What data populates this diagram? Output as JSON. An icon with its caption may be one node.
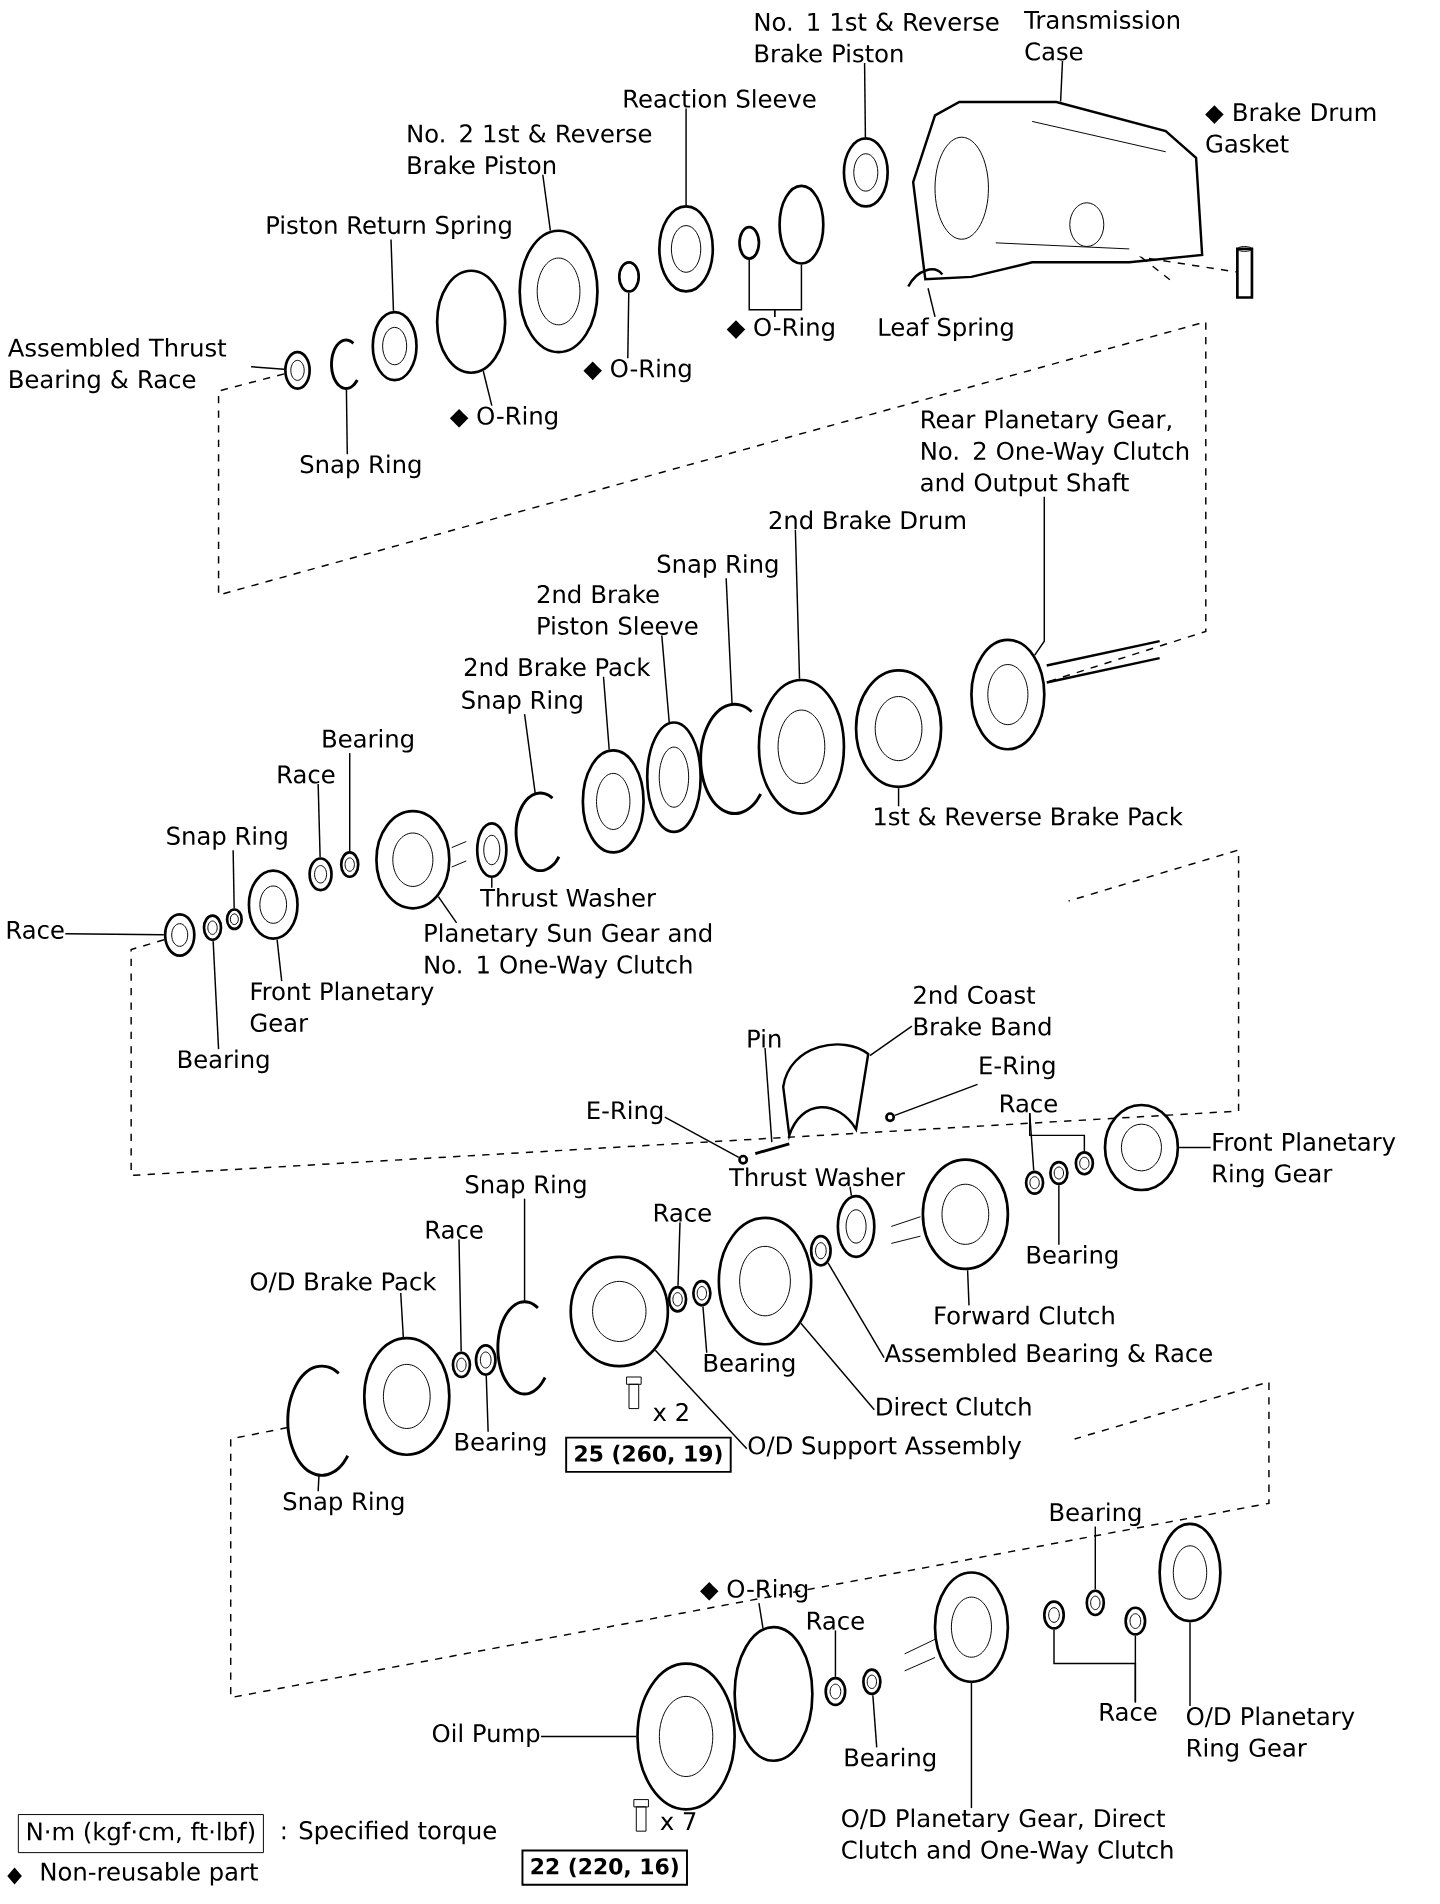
{
  "diagram": {
    "nodes": [
      {
        "text": [
          "No. 1 1st & Reverse Brake Piston"
        ]
      },
      {
        "text": [
          "Transmission Case"
        ]
      },
      {
        "text": [
          "◆ Brake Drum Gasket"
        ]
      },
      {
        "text": [
          "Reaction Sleeve"
        ]
      },
      {
        "text": [
          "No. 2 1st & Reverse Brake Piston"
        ]
      },
      {
        "text": [
          "Piston Return Spring"
        ]
      },
      {
        "text": [
          "Assembled Thrust Bearing & Race"
        ]
      },
      {
        "text": [
          "Snap Ring"
        ]
      },
      {
        "text": [
          "◆ O-Ring"
        ]
      },
      {
        "text": [
          "◆ O-Ring"
        ]
      },
      {
        "text": [
          "◆ O-Ring"
        ]
      },
      {
        "text": [
          "Leaf Spring"
        ]
      },
      {
        "text": [
          "Rear Planetary Gear, No. 2 One-Way Clutch and Output Shaft"
        ]
      },
      {
        "text": [
          "2nd Brake Drum"
        ]
      },
      {
        "text": [
          "Snap Ring"
        ]
      },
      {
        "text": [
          "2nd Brake Piston Sleeve"
        ]
      },
      {
        "text": [
          "2nd Brake Pack"
        ]
      },
      {
        "text": [
          "Snap Ring"
        ]
      },
      {
        "text": [
          "1st & Reverse Brake Pack"
        ]
      },
      {
        "text": [
          "Bearing"
        ]
      },
      {
        "text": [
          "Race"
        ]
      },
      {
        "text": [
          "Snap Ring"
        ]
      },
      {
        "text": [
          "Race"
        ]
      },
      {
        "text": [
          "Thrust Washer"
        ]
      },
      {
        "text": [
          "Planetary Sun Gear and No. 1 One-Way Clutch"
        ]
      },
      {
        "text": [
          "Front Planetary Gear"
        ]
      },
      {
        "text": [
          "Bearing"
        ]
      },
      {
        "text": [
          "2nd Coast Brake Band"
        ]
      },
      {
        "text": [
          "Pin"
        ]
      },
      {
        "text": [
          "E-Ring"
        ]
      },
      {
        "text": [
          "E-Ring"
        ]
      },
      {
        "text": [
          "Race"
        ]
      },
      {
        "text": [
          "Front Planetary Ring Gear"
        ]
      },
      {
        "text": [
          "Thrust Washer"
        ]
      },
      {
        "text": [
          "Race"
        ]
      },
      {
        "text": [
          "Snap Ring"
        ]
      },
      {
        "text": [
          "Race"
        ]
      },
      {
        "text": [
          "O/D Brake Pack"
        ]
      },
      {
        "text": [
          "Bearing"
        ]
      },
      {
        "text": [
          "Forward Clutch"
        ]
      },
      {
        "text": [
          "Assembled Bearing & Race"
        ]
      },
      {
        "text": [
          "Bearing"
        ]
      },
      {
        "text": [
          "Direct Clutch"
        ]
      },
      {
        "text": [
          "Bearing"
        ]
      },
      {
        "text": [
          "O/D Support Assembly"
        ]
      },
      {
        "text": [
          "25 (260, 19)"
        ]
      },
      {
        "text": [
          "Snap Ring"
        ]
      },
      {
        "text": [
          "Bearing"
        ]
      },
      {
        "text": [
          "◆ O-Ring"
        ]
      },
      {
        "text": [
          "Race"
        ]
      },
      {
        "text": [
          "Race"
        ]
      },
      {
        "text": [
          "O/D Planetary Ring Gear"
        ]
      },
      {
        "text": [
          "Oil Pump"
        ]
      },
      {
        "text": [
          "Bearing"
        ]
      },
      {
        "text": [
          "O/D Planetary Gear, Direct Clutch and One-Way Clutch"
        ]
      },
      {
        "text": [
          "22 (220, 16)"
        ]
      },
      {
        "text": [
          "N·m (kgf·cm, ft·lbf)"
        ]
      },
      {
        "text": [],
        "shape": "circle"
      },
      {
        "text": [],
        "shape": "picture"
      },
      {
        "text": [],
        "shape": "circle"
      },
      {
        "text": [],
        "shape": "circle"
      },
      {
        "text": [],
        "shape": "circle"
      },
      {
        "text": [],
        "shape": "circle"
      },
      {
        "text": [],
        "shape": "circle"
      },
      {
        "text": [],
        "shape": "circle"
      },
      {
        "text": [],
        "shape": "circle"
      },
      {
        "text": [],
        "shape": "circle"
      },
      {
        "text": [],
        "shape": "circle"
      },
      {
        "text": [],
        "shape": "picture"
      },
      {
        "text": [],
        "shape": "circle"
      },
      {
        "text": [],
        "shape": "circle"
      },
      {
        "text": [],
        "shape": "circle"
      },
      {
        "text": [],
        "shape": "circle"
      },
      {
        "text": [],
        "shape": "circle"
      },
      {
        "text": [],
        "shape": "circle"
      },
      {
        "text": [],
        "shape": "circle"
      },
      {
        "text": [],
        "shape": "circle"
      },
      {
        "text": [],
        "shape": "circle"
      },
      {
        "text": [],
        "shape": "circle"
      },
      {
        "text": [],
        "shape": "circle"
      },
      {
        "text": [],
        "shape": "circle"
      },
      {
        "text": [],
        "shape": "circle"
      },
      {
        "text": [],
        "shape": "circle"
      },
      {
        "text": [],
        "shape": "circle"
      },
      {
        "text": [],
        "shape": "picture"
      },
      {
        "text": [],
        "shape": "picture"
      },
      {
        "text": [],
        "shape": "circle"
      },
      {
        "text": [],
        "shape": "circle"
      },
      {
        "text": [],
        "shape": "circle"
      },
      {
        "text": [],
        "shape": "circle"
      },
      {
        "text": [],
        "shape": "circle"
      },
      {
        "text": [],
        "shape": "circle"
      },
      {
        "text": [],
        "shape": "circle"
      },
      {
        "text": [],
        "shape": "circle"
      },
      {
        "text": [],
        "shape": "circle"
      },
      {
        "text": [],
        "shape": "circle"
      },
      {
        "text": [],
        "shape": "circle"
      },
      {
        "text": [],
        "shape": "circle"
      },
      {
        "text": [],
        "shape": "circle"
      },
      {
        "text": [],
        "shape": "circle"
      },
      {
        "text": [],
        "shape": "circle"
      },
      {
        "text": [],
        "shape": "circle"
      },
      {
        "text": [],
        "shape": "circle"
      },
      {
        "text": [],
        "shape": "circle"
      },
      {
        "text": [],
        "shape": "circle"
      },
      {
        "text": [],
        "shape": "circle"
      },
      {
        "text": [],
        "shape": "circle"
      },
      {
        "text": [],
        "shape": "circle"
      },
      {
        "text": [],
        "shape": "circle"
      },
      {
        "text": [],
        "shape": "circle"
      },
      {
        "text": [],
        "shape": "circle"
      },
      {
        "text": [],
        "shape": "circle"
      },
      {
        "text": [],
        "shape": "circle"
      },
      {
        "text": [],
        "shape": "cylinder"
      }
    ],
    "edges": [
      {
        "from": 0,
        "to": 57,
        "arrow": "none"
      },
      {
        "from": 1,
        "to": 58,
        "arrow": "none"
      },
      {
        "from": 3,
        "to": 59,
        "arrow": "none"
      },
      {
        "from": 4,
        "to": 60,
        "arrow": "none"
      },
      {
        "from": 5,
        "to": 61,
        "arrow": "none"
      },
      {
        "from": 6,
        "to": 62,
        "arrow": "none"
      },
      {
        "from": 7,
        "to": 63,
        "arrow": "none"
      },
      {
        "from": 8,
        "to": 64,
        "arrow": "none"
      },
      {
        "from": 9,
        "to": 65,
        "arrow": "none"
      },
      {
        "from": 10,
        "to": 66,
        "arrow": "none"
      },
      {
        "from": 10,
        "to": 67,
        "arrow": "none"
      },
      {
        "from": 11,
        "to": 68,
        "arrow": "none"
      },
      {
        "from": 12,
        "to": 69,
        "arrow": "none"
      },
      {
        "from": 13,
        "to": 70,
        "arrow": "none"
      },
      {
        "from": 14,
        "to": 71,
        "arrow": "none"
      },
      {
        "from": 15,
        "to": 72,
        "arrow": "none"
      },
      {
        "from": 16,
        "to": 73,
        "arrow": "none"
      },
      {
        "from": 17,
        "to": 74,
        "arrow": "none"
      },
      {
        "from": 18,
        "to": 75,
        "arrow": "none"
      },
      {
        "from": 19,
        "to": 76,
        "arrow": "none"
      },
      {
        "from": 20,
        "to": 77,
        "arrow": "none"
      },
      {
        "from": 21,
        "to": 78,
        "arrow": "none"
      },
      {
        "from": 22,
        "to": 79,
        "arrow": "none"
      },
      {
        "from": 23,
        "to": 80,
        "arrow": "none"
      },
      {
        "from": 24,
        "to": 81,
        "arrow": "none"
      },
      {
        "from": 25,
        "to": 82,
        "arrow": "none"
      },
      {
        "from": 26,
        "to": 83,
        "arrow": "none"
      },
      {
        "from": 27,
        "to": 84,
        "arrow": "none"
      },
      {
        "from": 28,
        "to": 85,
        "arrow": "none"
      },
      {
        "from": 29,
        "to": 86,
        "arrow": "none"
      },
      {
        "from": 30,
        "to": 87,
        "arrow": "none"
      },
      {
        "from": 31,
        "to": 88,
        "arrow": "none"
      },
      {
        "from": 31,
        "to": 89,
        "arrow": "none"
      },
      {
        "from": 32,
        "to": 90,
        "arrow": "none"
      },
      {
        "from": 33,
        "to": 91,
        "arrow": "none"
      },
      {
        "from": 34,
        "to": 92,
        "arrow": "none"
      },
      {
        "from": 35,
        "to": 93,
        "arrow": "none"
      },
      {
        "from": 36,
        "to": 94,
        "arrow": "none"
      },
      {
        "from": 37,
        "to": 95,
        "arrow": "none"
      },
      {
        "from": 38,
        "to": 96,
        "arrow": "none"
      },
      {
        "from": 39,
        "to": 97,
        "arrow": "none"
      },
      {
        "from": 40,
        "to": 98,
        "arrow": "none"
      },
      {
        "from": 41,
        "to": 99,
        "arrow": "none"
      },
      {
        "from": 42,
        "to": 100,
        "arrow": "none"
      },
      {
        "from": 43,
        "to": 101,
        "arrow": "none"
      },
      {
        "from": 44,
        "to": 102,
        "arrow": "none"
      },
      {
        "from": 46,
        "to": 103,
        "arrow": "none"
      },
      {
        "from": 47,
        "to": 104,
        "arrow": "none"
      },
      {
        "from": 48,
        "to": 105,
        "arrow": "none"
      },
      {
        "from": 49,
        "to": 106,
        "arrow": "none"
      },
      {
        "from": 50,
        "to": 107,
        "arrow": "none"
      },
      {
        "from": 50,
        "to": 108,
        "arrow": "none"
      },
      {
        "from": 51,
        "to": 109,
        "arrow": "none"
      },
      {
        "from": 52,
        "to": 110,
        "arrow": "none"
      },
      {
        "from": 53,
        "to": 111,
        "arrow": "none"
      },
      {
        "from": 54,
        "to": 112,
        "arrow": "none"
      },
      {
        "from": 58,
        "to": 113,
        "arrow": "none",
        "style": "dashed"
      },
      {
        "from": 62,
        "to": 69,
        "arrow": "none",
        "style": "dashed"
      },
      {
        "from": 79,
        "to": null,
        "arrow": "none",
        "style": "dashed"
      },
      {
        "from": 103,
        "to": null,
        "arrow": "none",
        "style": "dashed"
      }
    ],
    "labels": [
      "x 2",
      "x 7"
    ],
    "legend": [
      {
        "text": ": Specified torque"
      },
      {
        "text": "Non-reusable part"
      }
    ]
  }
}
